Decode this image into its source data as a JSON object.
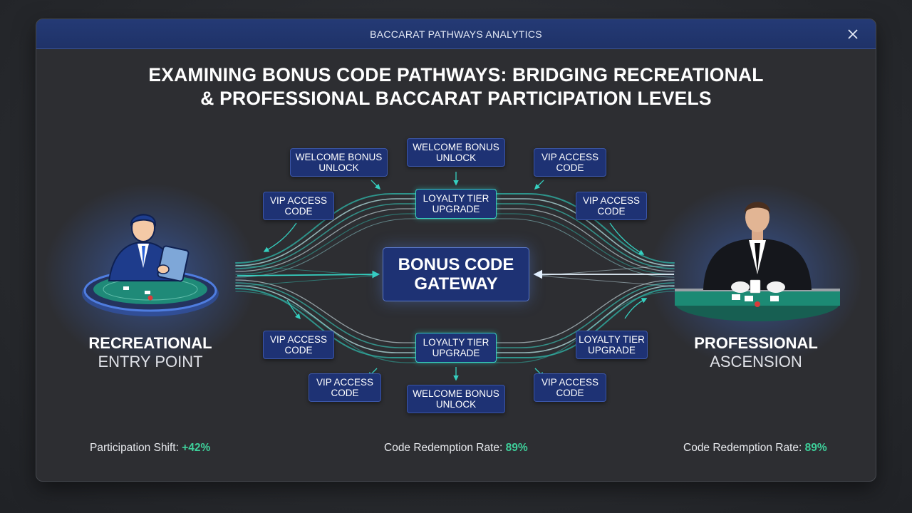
{
  "window": {
    "title": "BACCARAT PATHWAYS ANALYTICS",
    "close_icon": "close-icon"
  },
  "headline": {
    "line1": "EXAMINING BONUS CODE PATHWAYS: BRIDGING RECREATIONAL",
    "line2": "& PROFESSIONAL BACCARAT PARTICIPATION LEVELS"
  },
  "gateway": {
    "line1": "BONUS CODE",
    "line2": "GATEWAY"
  },
  "chips": {
    "top_center": {
      "line1": "WELCOME BONUS",
      "line2": "UNLOCK"
    },
    "top_left": {
      "line1": "WELCOME BONUS",
      "line2": "UNLOCK"
    },
    "top_right": {
      "line1": "VIP ACCESS",
      "line2": "CODE"
    },
    "mid_left_top": {
      "line1": "VIP ACCESS",
      "line2": "CODE"
    },
    "mid_right_top": {
      "line1": "VIP ACCESS",
      "line2": "CODE"
    },
    "loyalty_top": {
      "line1": "LOYALTY TIER",
      "line2": "UPGRADE"
    },
    "loyalty_bottom": {
      "line1": "LOYALTY TIER",
      "line2": "UPGRADE"
    },
    "mid_left_bottom": {
      "line1": "VIP ACCESS",
      "line2": "CODE"
    },
    "mid_right_bottom": {
      "line1": "LOYALTY TIER",
      "line2": "UPGRADE"
    },
    "bottom_left": {
      "line1": "VIP ACCESS",
      "line2": "CODE"
    },
    "bottom_center": {
      "line1": "WELCOME BONUS",
      "line2": "UNLOCK"
    },
    "bottom_right": {
      "line1": "VIP ACCESS",
      "line2": "CODE"
    }
  },
  "left": {
    "title": "RECREATIONAL",
    "subtitle": "ENTRY POINT"
  },
  "right": {
    "title": "PROFESSIONAL",
    "subtitle": "ASCENSION"
  },
  "stats": [
    {
      "label": "Participation Shift: ",
      "value": "+42%"
    },
    {
      "label": "Code Redemption Rate: ",
      "value": "89%"
    },
    {
      "label": "Code Redemption Rate: ",
      "value": "89%"
    }
  ],
  "colors": {
    "accent": "#35d0c0",
    "stat_value": "#3ecf9a",
    "chip_fill": "#1e3274",
    "titlebar": "#243a75"
  }
}
